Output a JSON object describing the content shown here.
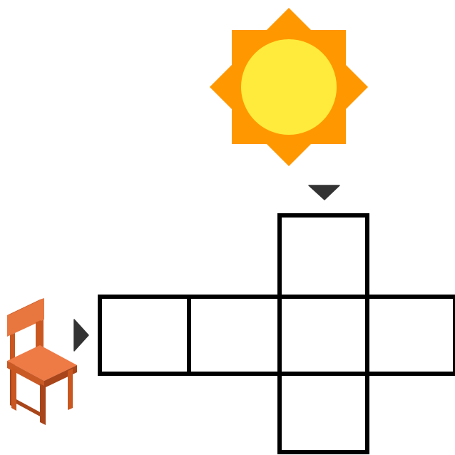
{
  "diagram": {
    "background_color": "#ffffff",
    "sun": {
      "icon": "sun-icon",
      "ray_color": "#FF9800",
      "disc_color": "#FFEB3B"
    },
    "chair": {
      "icon": "chair-icon",
      "back_color": "#E8763F",
      "seat_top_color": "#EE7A46",
      "seat_front_color": "#C95A26",
      "leg_color": "#C9571F",
      "leg_dark_color": "#A8451A"
    },
    "arrows": {
      "color": "#333333",
      "items": [
        {
          "name": "view-arrow-from-sun",
          "direction": "down"
        },
        {
          "name": "view-arrow-from-chair",
          "direction": "right"
        }
      ]
    },
    "net": {
      "line_color": "#000000",
      "cells": [
        {
          "name": "cube-net-face-top",
          "row": 0,
          "col": 2
        },
        {
          "name": "cube-net-face-left-1",
          "row": 1,
          "col": 0
        },
        {
          "name": "cube-net-face-left-2",
          "row": 1,
          "col": 1
        },
        {
          "name": "cube-net-face-center",
          "row": 1,
          "col": 2
        },
        {
          "name": "cube-net-face-right",
          "row": 1,
          "col": 3
        },
        {
          "name": "cube-net-face-bottom",
          "row": 2,
          "col": 2
        }
      ]
    }
  }
}
